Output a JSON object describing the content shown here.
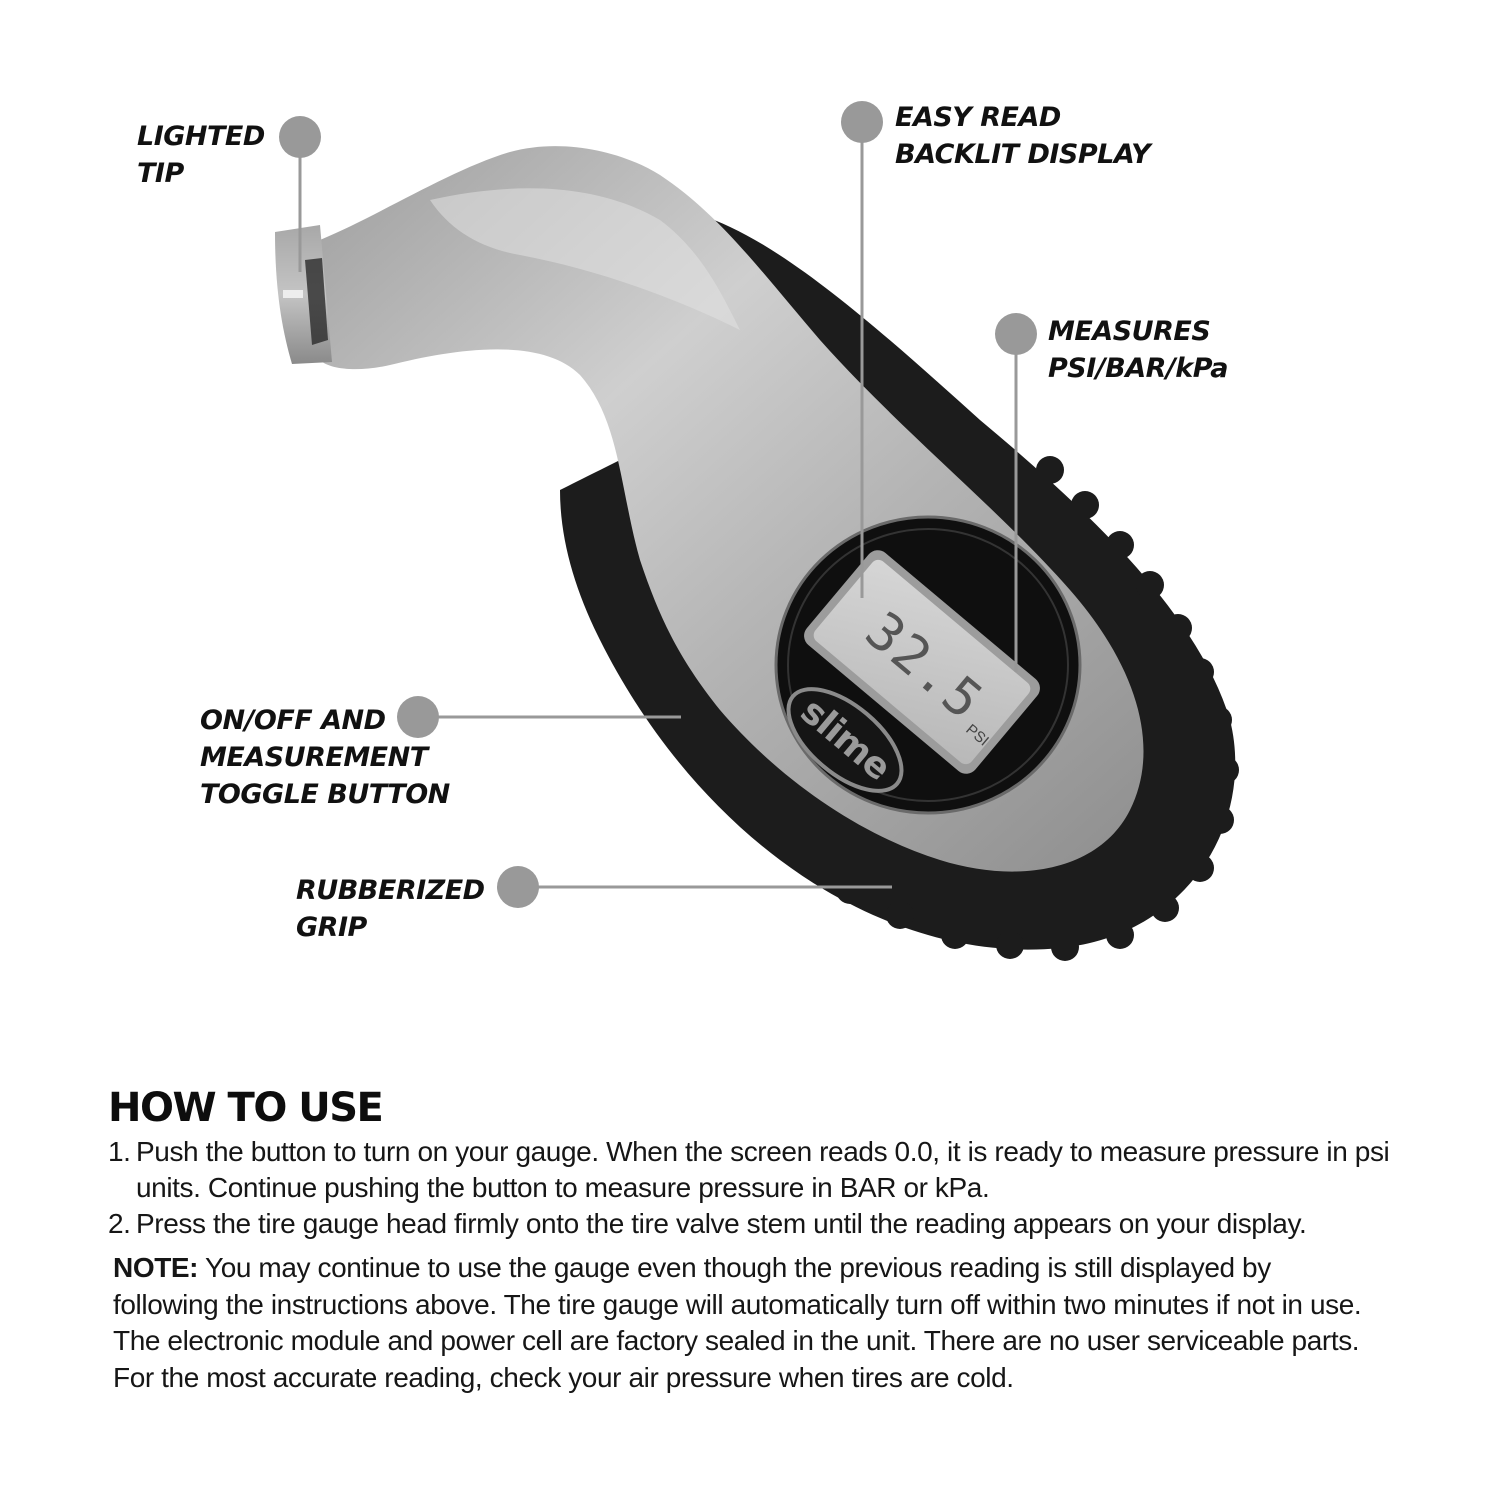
{
  "product": {
    "brand_logo": "slime",
    "display_reading": "32.5",
    "display_unit": "PSI",
    "colors": {
      "body_silver": "#b9b9b9",
      "grip_black": "#1c1c1c",
      "callout_gray": "#999999",
      "lcd_gray": "#c9c9c9"
    }
  },
  "callouts": [
    {
      "id": "lighted-tip",
      "lines": [
        "LIGHTED",
        "TIP"
      ]
    },
    {
      "id": "backlit-display",
      "lines": [
        "EASY READ",
        "BACKLIT DISPLAY"
      ]
    },
    {
      "id": "units",
      "lines": [
        "MEASURES",
        "PSI/BAR/kPa"
      ]
    },
    {
      "id": "toggle-button",
      "lines": [
        "ON/OFF AND",
        "MEASUREMENT",
        "TOGGLE BUTTON"
      ]
    },
    {
      "id": "grip",
      "lines": [
        "RUBBERIZED",
        "GRIP"
      ]
    }
  ],
  "how_to_use": {
    "title": "HOW TO USE",
    "steps": [
      {
        "num": "1.",
        "text": "Push the button to turn on your gauge. When the screen reads 0.0, it is ready to measure pressure in psi units. Continue pushing the button to measure pressure in BAR or kPa."
      },
      {
        "num": "2.",
        "text": "Press the tire gauge head firmly onto the tire valve stem until the reading appears on your display."
      }
    ],
    "note_label": "NOTE:",
    "note_text": " You may continue to use the gauge even though the previous reading is still displayed by following the instructions above. The tire gauge will automatically turn off within two minutes if not in use. The electronic module and power cell are factory sealed in the unit. There are no user serviceable parts. For the most accurate reading, check your air pressure when tires are cold."
  }
}
